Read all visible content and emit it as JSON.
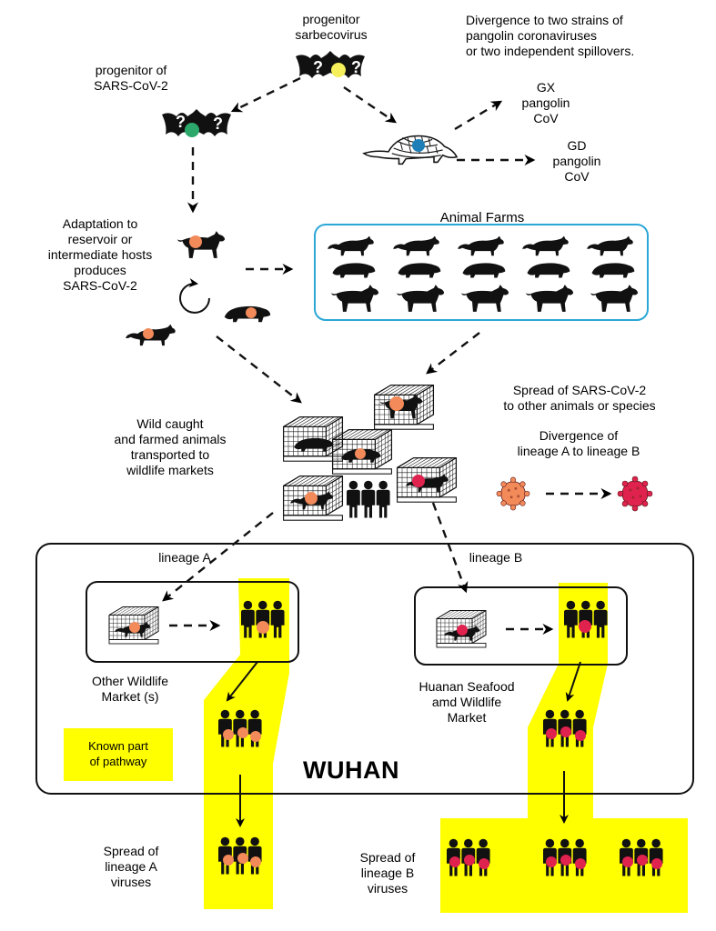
{
  "labels": {
    "progenitor_sarbecovirus": "progenitor\nsarbecovirus",
    "progenitor_sars2": "progenitor of\nSARS-CoV-2",
    "divergence_pangolin": "Divergence to two strains of\npangolin coronaviruses\nor two independent spillovers.",
    "gx_pangolin": "GX\npangolin\nCoV",
    "gd_pangolin": "GD\npangolin\nCoV",
    "adaptation": "Adaptation to\nreservoir or\nintermediate hosts\nproduces\nSARS-CoV-2",
    "animal_farms": "Animal Farms",
    "wild_caught": "Wild caught\nand farmed animals\ntransported to\nwildlife markets",
    "spread_other": "Spread of SARS-CoV-2\nto other animals or species",
    "divergence_lineage": "Divergence of\nlineage A to lineage B",
    "lineage_a": "lineage A",
    "lineage_b": "lineage B",
    "other_market": "Other Wildlife\nMarket (s)",
    "huanan_market": "Huanan Seafood\namd Wildlife\nMarket",
    "known_part": "Known part\nof pathway",
    "wuhan": "WUHAN",
    "spread_a": "Spread of\nlineage A\nviruses",
    "spread_b": "Spread of\nlineage B\nviruses"
  },
  "colors": {
    "highlight": "#ffff00",
    "farm_border": "#2aa7d6",
    "lineage_a_virus": "#f28a5a",
    "lineage_b_virus": "#e0224f",
    "progenitor_virus": "#f4ef5a",
    "sars2_progenitor_virus": "#2ca86a",
    "pangolin_virus": "#1e7fb8"
  },
  "icons": [
    "bat-icon",
    "pangolin-icon",
    "civet-icon",
    "cage-icon",
    "people-group-icon",
    "virus-icon",
    "cycle-arrow-icon"
  ]
}
